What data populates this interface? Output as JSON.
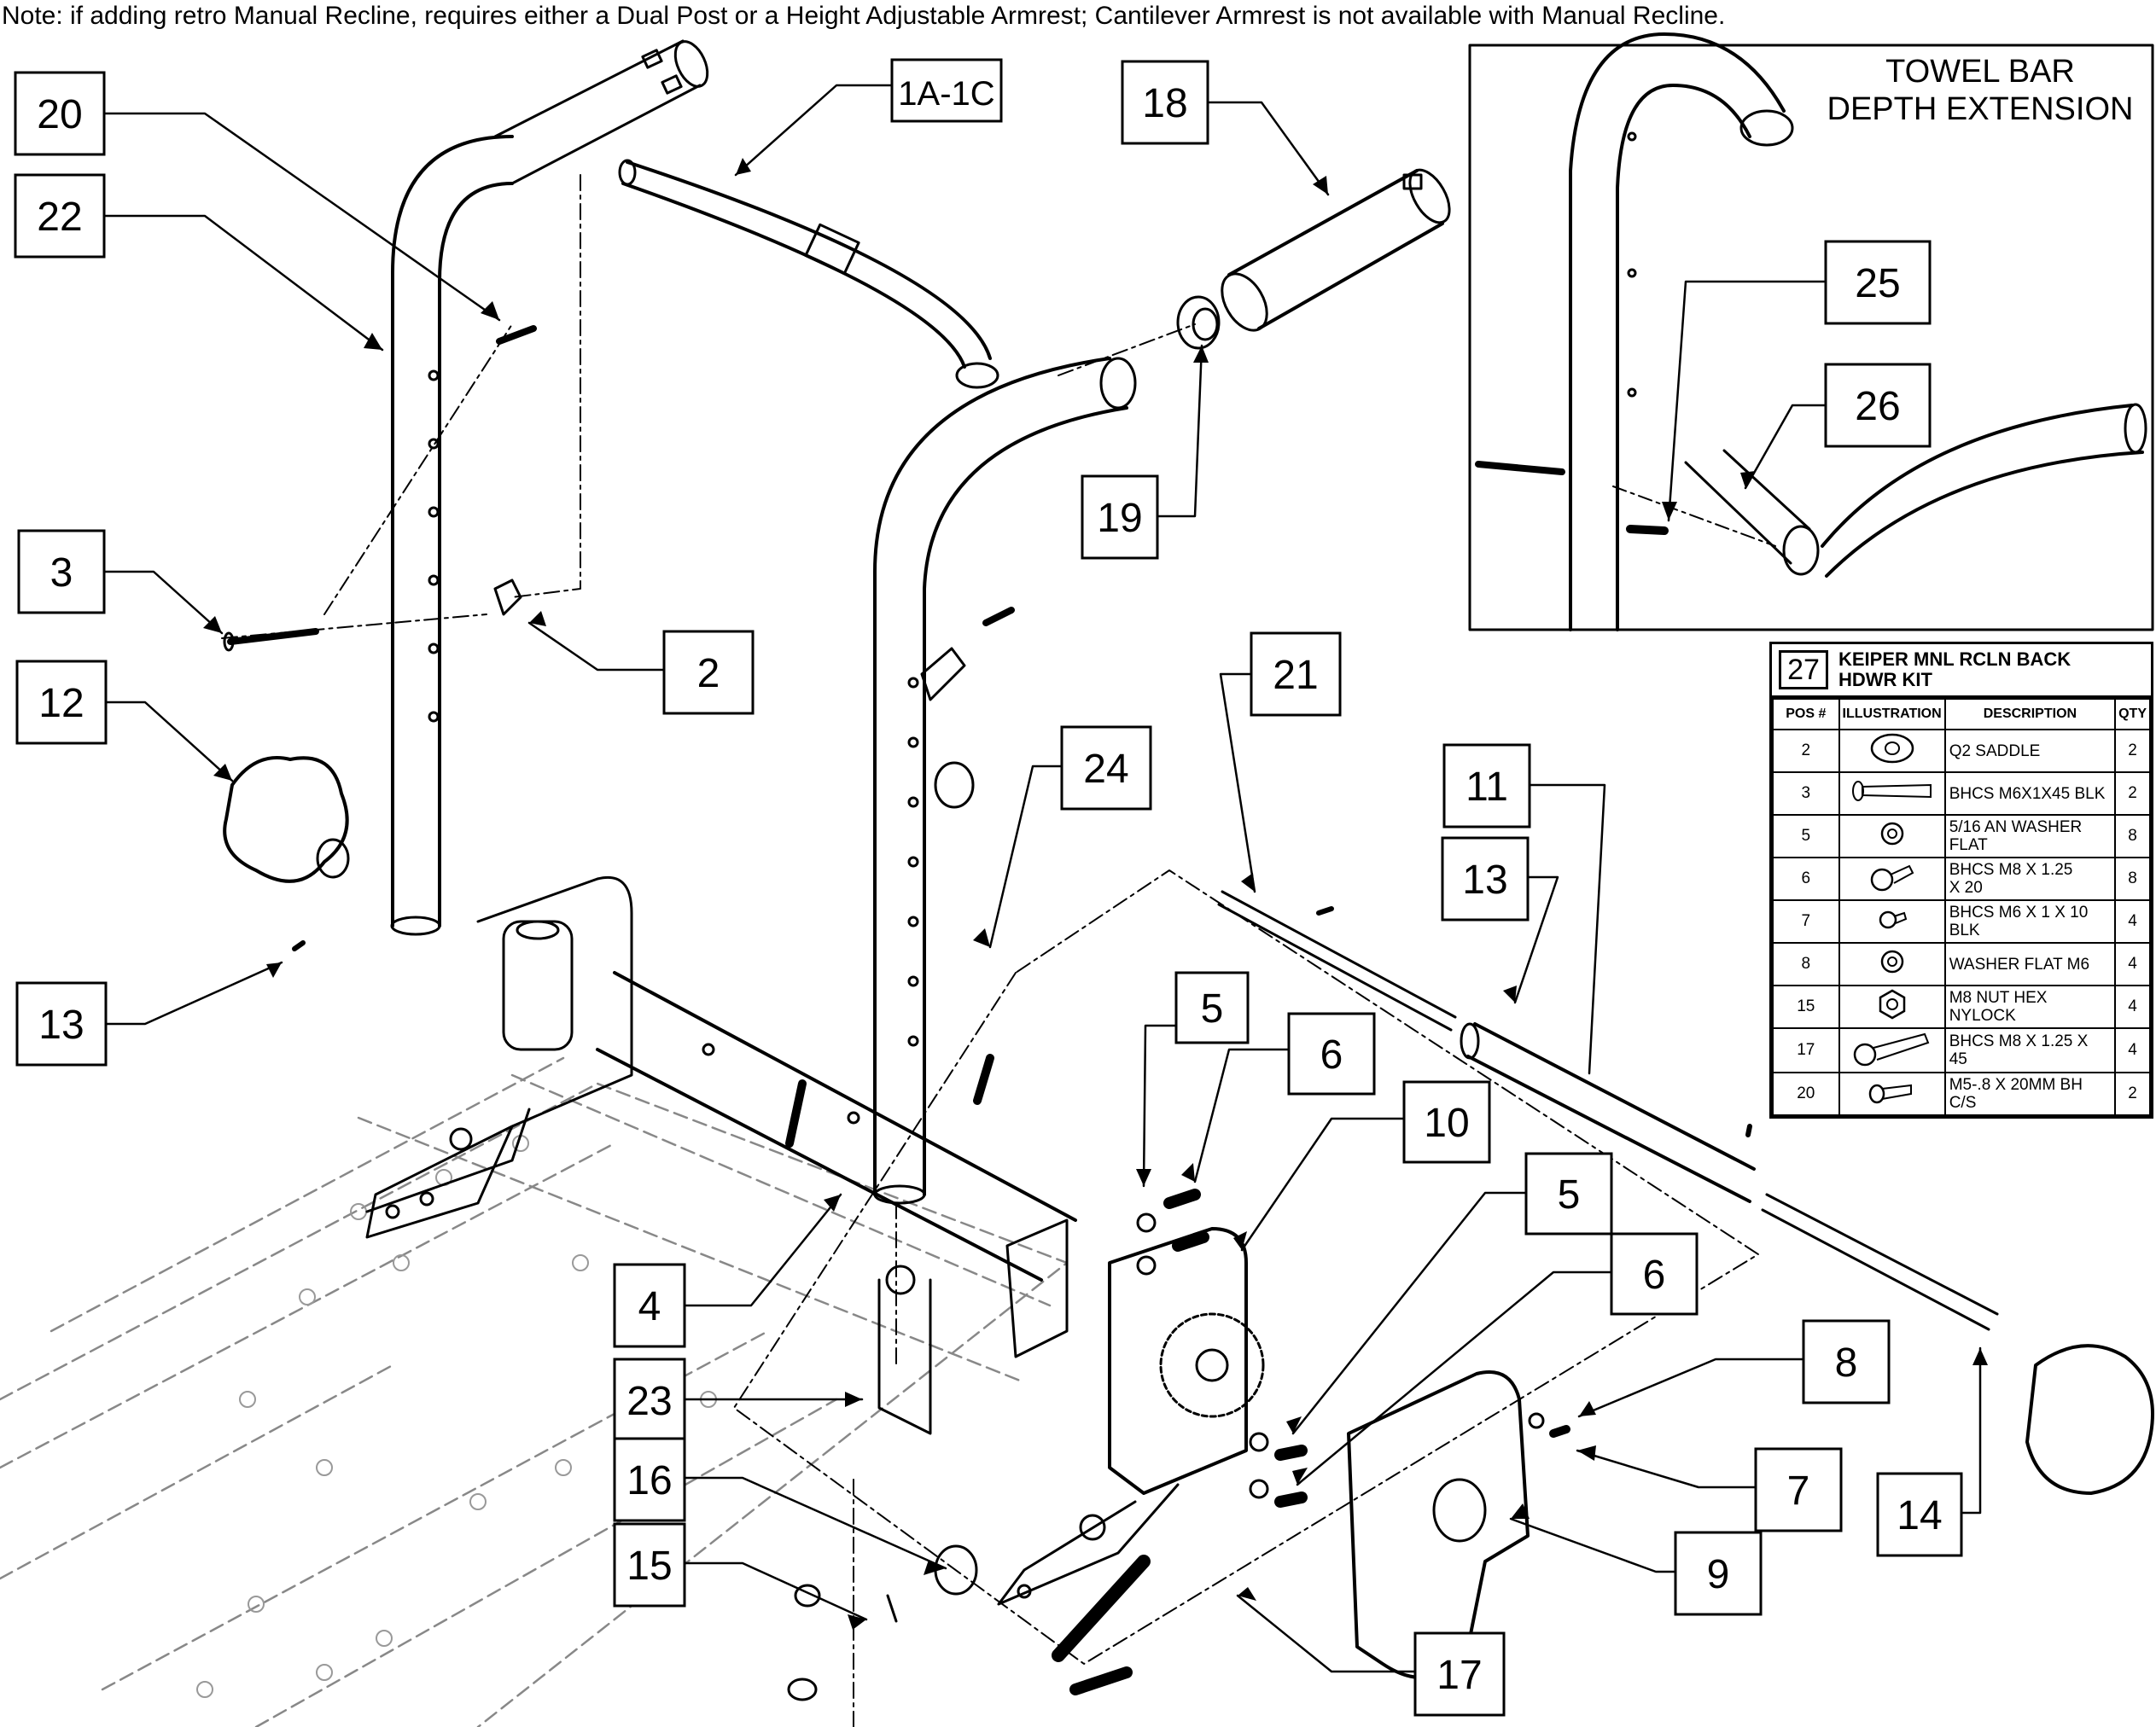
{
  "note": "Note: if adding retro Manual Recline, requires either a Dual Post or a Height Adjustable Armrest; Cantilever Armrest is not available with Manual Recline.",
  "inset_title_line1": "TOWEL BAR",
  "inset_title_line2": "DEPTH EXTENSION",
  "callouts": [
    {
      "label": "20"
    },
    {
      "label": "22"
    },
    {
      "label": "3"
    },
    {
      "label": "12"
    },
    {
      "label": "13"
    },
    {
      "label": "1A-1C"
    },
    {
      "label": "2"
    },
    {
      "label": "18"
    },
    {
      "label": "19"
    },
    {
      "label": "24"
    },
    {
      "label": "4"
    },
    {
      "label": "23"
    },
    {
      "label": "16"
    },
    {
      "label": "15"
    },
    {
      "label": "5"
    },
    {
      "label": "6"
    },
    {
      "label": "10"
    },
    {
      "label": "5"
    },
    {
      "label": "6"
    },
    {
      "label": "8"
    },
    {
      "label": "7"
    },
    {
      "label": "9"
    },
    {
      "label": "17"
    },
    {
      "label": "21"
    },
    {
      "label": "11"
    },
    {
      "label": "13"
    },
    {
      "label": "14"
    },
    {
      "label": "25"
    },
    {
      "label": "26"
    }
  ],
  "kit": {
    "number": "27",
    "title_line1": "KEIPER MNL RCLN BACK",
    "title_line2": "HDWR KIT",
    "headers": {
      "pos": "POS #",
      "illustration": "ILLUSTRATION",
      "description": "DESCRIPTION",
      "qty": "QTY"
    },
    "rows": [
      {
        "pos": "2",
        "desc1": "Q2 SADDLE",
        "desc2": "",
        "qty": "2",
        "icon": "saddle-icon"
      },
      {
        "pos": "3",
        "desc1": "BHCS M6X1X45 BLK",
        "desc2": "",
        "qty": "2",
        "icon": "long-bolt-icon"
      },
      {
        "pos": "5",
        "desc1": "5/16 AN WASHER",
        "desc2": "FLAT",
        "qty": "8",
        "icon": "washer-icon"
      },
      {
        "pos": "6",
        "desc1": "BHCS M8 X 1.25",
        "desc2": "X 20",
        "qty": "8",
        "icon": "bolt-icon"
      },
      {
        "pos": "7",
        "desc1": "BHCS M6 X 1 X 10",
        "desc2": "BLK",
        "qty": "4",
        "icon": "short-bolt-icon"
      },
      {
        "pos": "8",
        "desc1": "WASHER FLAT M6",
        "desc2": "",
        "qty": "4",
        "icon": "washer-icon"
      },
      {
        "pos": "15",
        "desc1": "M8 NUT HEX",
        "desc2": "NYLOCK",
        "qty": "4",
        "icon": "hex-nut-icon"
      },
      {
        "pos": "17",
        "desc1": "BHCS M8 X 1.25 X",
        "desc2": "45",
        "qty": "4",
        "icon": "shoulder-bolt-icon"
      },
      {
        "pos": "20",
        "desc1": "M5-.8 X 20MM BH",
        "desc2": "C/S",
        "qty": "2",
        "icon": "screw-icon"
      }
    ]
  }
}
